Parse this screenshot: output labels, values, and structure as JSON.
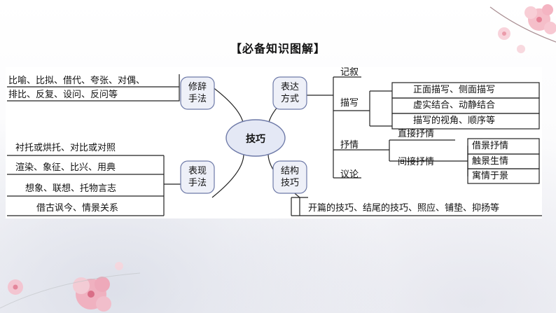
{
  "title": "【必备知识图解】",
  "center": "技巧",
  "nodes": {
    "xiuci": "修辞\n手法",
    "biaoxian": "表现\n手法",
    "biaoda": "表达\n方式",
    "jiegou": "结构\n技巧"
  },
  "xiuci_items": {
    "line1": "比喻、比拟、借代、夸张、对偶、",
    "line2": "排比、反复、设问、反问等"
  },
  "biaoxian_items": [
    "衬托或烘托、对比或对照",
    "渲染、象征、比兴、用典",
    "想象、联想、托物言志",
    "借古讽今、情景关系"
  ],
  "biaoda": {
    "jixu": "记叙",
    "miaoxie": "描写",
    "miaoxie_items": [
      "正面描写、侧面描写",
      "虚实结合、动静结合",
      "描写的视角、顺序等"
    ],
    "shuqing": "抒情",
    "zhijie": "直接抒情",
    "jianjie": "间接抒情",
    "jianjie_items": [
      "借景抒情",
      "触景生情",
      "寓情于景"
    ],
    "yilun": "议论"
  },
  "jiegou_item": "开篇的技巧、结尾的技巧、照应、铺垫、抑扬等",
  "colors": {
    "node_fill": "#eef0f8",
    "node_stroke": "#6e7aa8",
    "center_fill": "#e4e8f5",
    "line": "#222222"
  }
}
